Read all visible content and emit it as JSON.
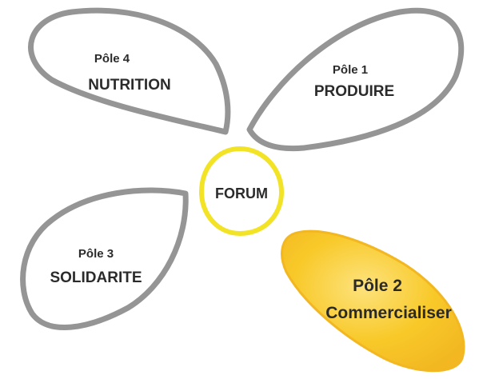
{
  "diagram": {
    "center": {
      "label": "FORUM",
      "color": "#f28c28",
      "ring_color": "#f2e21c"
    },
    "outline_color": "#8a8a8a",
    "highlight_color": "#f7c21c",
    "petals": [
      {
        "id": "pole4",
        "pole": "Pôle 4",
        "name": "NUTRITION",
        "highlighted": false
      },
      {
        "id": "pole1",
        "pole": "Pôle 1",
        "name": "PRODUIRE",
        "highlighted": false
      },
      {
        "id": "pole3",
        "pole": "Pôle 3",
        "name": "SOLIDARITE",
        "highlighted": false
      },
      {
        "id": "pole2",
        "pole": "Pôle 2",
        "name": "Commercialiser",
        "highlighted": true
      }
    ]
  }
}
